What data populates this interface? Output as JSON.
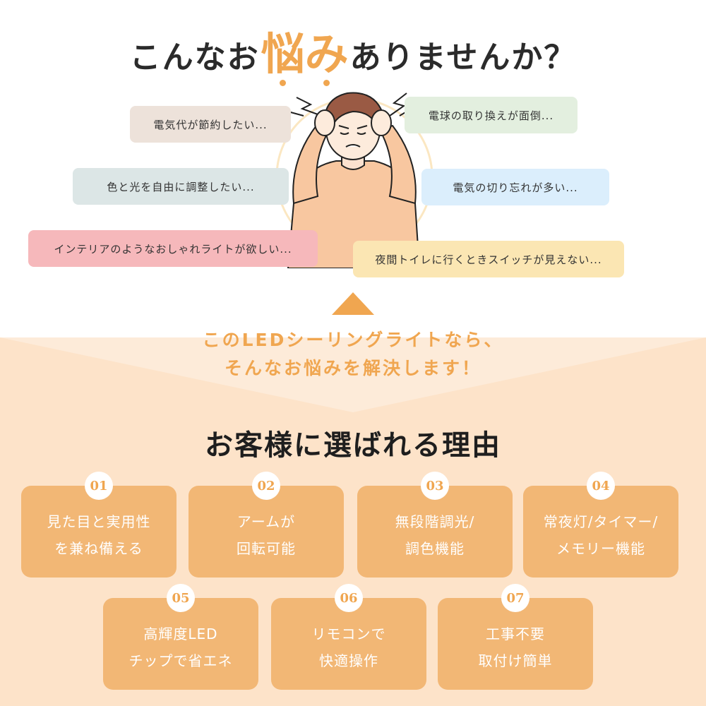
{
  "headline": {
    "pre": "こんなお",
    "accent": "悩み",
    "post": "ありませんか？"
  },
  "worries": [
    {
      "text": "電気代が節約したい...",
      "color": "#ede2da"
    },
    {
      "text": "色と光を自由に調整したい...",
      "color": "#dce6e6"
    },
    {
      "text": "インテリアのようなおしゃれライトが欲しい...",
      "color": "#f6b8bb"
    },
    {
      "text": "電球の取り換えが面倒...",
      "color": "#e3efdf"
    },
    {
      "text": "電気の切り忘れが多い...",
      "color": "#dbeefc"
    },
    {
      "text": "夜間トイレに行くときスイッチが見えない...",
      "color": "#fbe6b3"
    }
  ],
  "solution": {
    "line1": "このLEDシーリングライトなら、",
    "line2": "そんなお悩みを解決します！"
  },
  "reasons": {
    "title": "お客様に選ばれる理由",
    "items": [
      {
        "num": "01",
        "line1": "見た目と実用性",
        "line2": "を兼ね備える"
      },
      {
        "num": "02",
        "line1": "アームが",
        "line2": "回転可能"
      },
      {
        "num": "03",
        "line1": "無段階調光/",
        "line2": "調色機能"
      },
      {
        "num": "04",
        "line1": "常夜灯/タイマー/",
        "line2": "メモリー機能"
      },
      {
        "num": "05",
        "line1": "高輝度LED",
        "line2": "チップで省エネ"
      },
      {
        "num": "06",
        "line1": "リモコンで",
        "line2": "快適操作"
      },
      {
        "num": "07",
        "line1": "工事不要",
        "line2": "取付け簡単"
      }
    ]
  },
  "colors": {
    "accent": "#f0a650",
    "card": "#f2b775",
    "peach": "#fde3c9"
  },
  "icons": [
    "stress-lines-icon"
  ]
}
